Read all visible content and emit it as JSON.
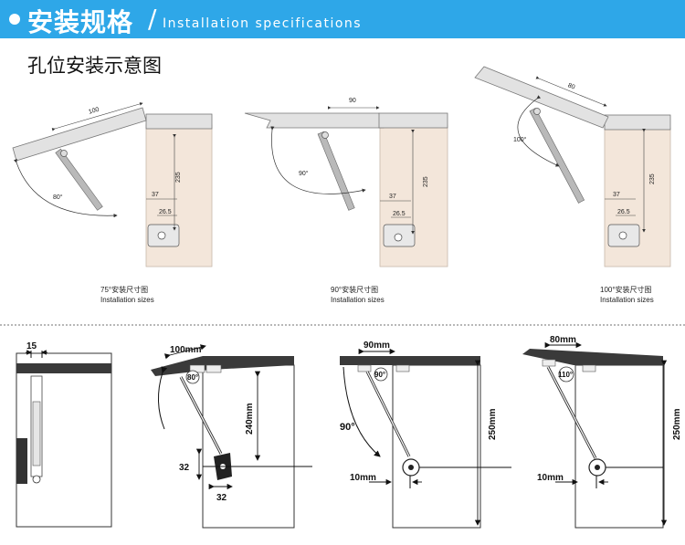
{
  "header": {
    "title": "安装规格",
    "subtitle": "Installation specifications"
  },
  "section": {
    "title": "孔位安装示意图"
  },
  "top_diagrams": [
    {
      "caption_cn": "75°安装尺寸图",
      "caption_en": "Installation sizes",
      "width_label": "100",
      "angle_label": "80°",
      "height_label": "235",
      "dim_a": "37",
      "dim_b": "26.5"
    },
    {
      "caption_cn": "90°安装尺寸图",
      "caption_en": "Installation sizes",
      "width_label": "90",
      "angle_label": "90°",
      "height_label": "235",
      "dim_a": "37",
      "dim_b": "26.5"
    },
    {
      "caption_cn": "100°安装尺寸图",
      "caption_en": "Installation sizes",
      "width_label": "80",
      "angle_label": "100°",
      "height_label": "235",
      "dim_a": "37",
      "dim_b": "26.5"
    }
  ],
  "bottom_diagrams": {
    "side": {
      "thickness_label": "15"
    },
    "d80": {
      "width_label": "100mm",
      "angle_label": "80°",
      "height_label": "240mm",
      "bracket_h": "32",
      "bracket_w": "32"
    },
    "d90": {
      "width_label": "90mm",
      "angle_label": "90°",
      "angle_outer": "90°",
      "height_label": "250mm",
      "offset_label": "10mm"
    },
    "d110": {
      "width_label": "80mm",
      "angle_label": "110°",
      "height_label": "250mm",
      "offset_label": "10mm"
    }
  },
  "colors": {
    "banner": "#2ea7e8",
    "cabinet": "#f3e6da",
    "panel": "#e2e2e2",
    "dark_panel": "#3a3a3a"
  }
}
